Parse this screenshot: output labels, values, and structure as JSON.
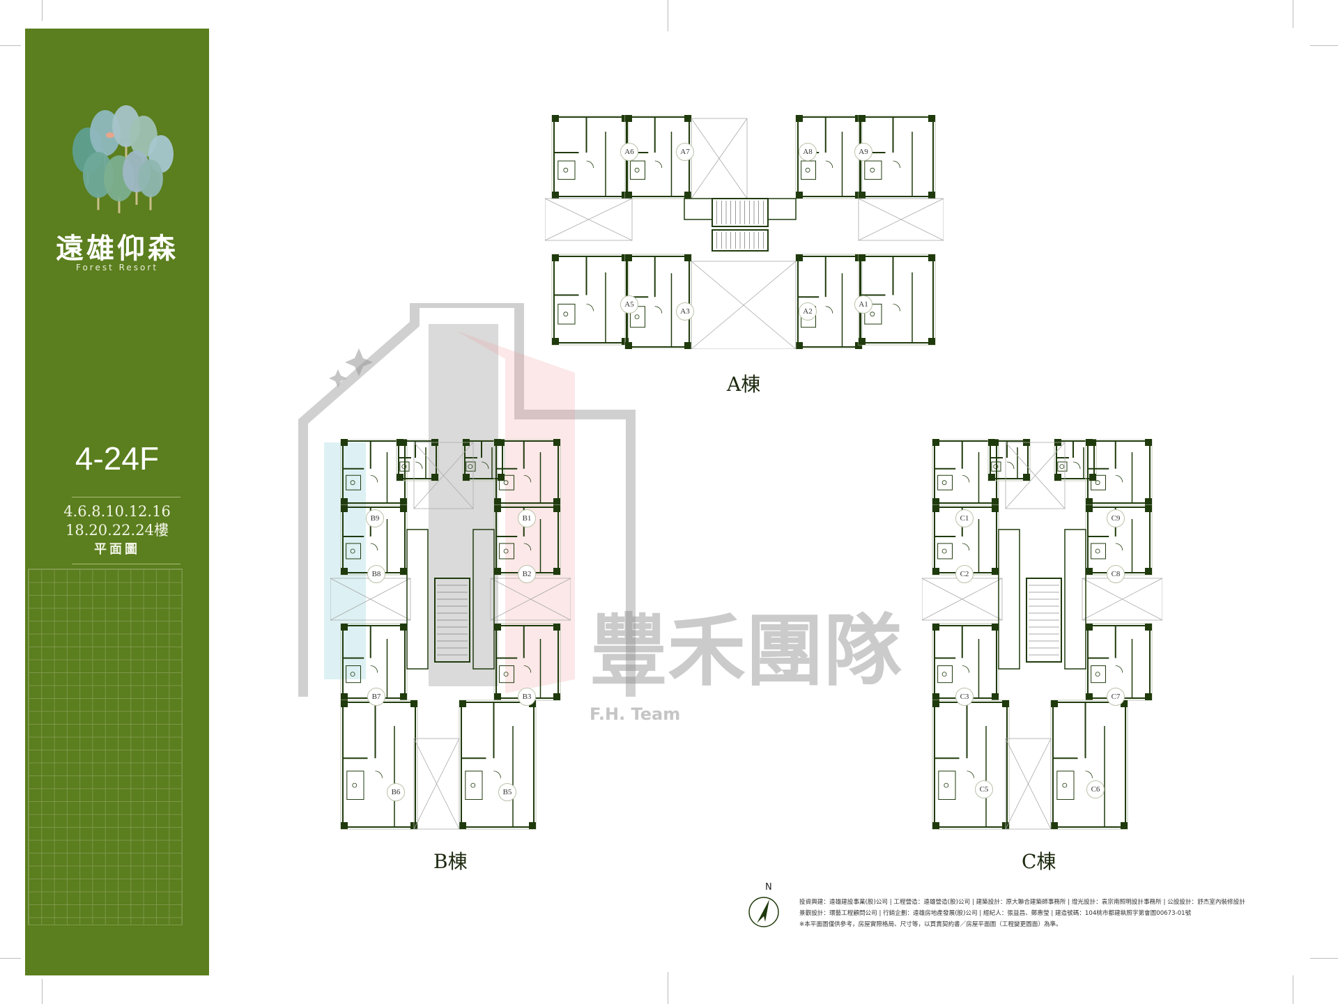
{
  "sidebar": {
    "title_cn": "遠雄仰森",
    "title_en": "Forest Resort",
    "floor_range": "4-24F",
    "floors_line1": "4.6.8.10.12.16",
    "floors_line2": "18.20.22.24樓",
    "plan_label": "平面圖"
  },
  "towers": {
    "A": {
      "label": "A棟",
      "units": [
        "A6",
        "A7",
        "A8",
        "A9",
        "A5",
        "A3",
        "A2",
        "A1"
      ]
    },
    "B": {
      "label": "B棟",
      "units": [
        "B9",
        "B1",
        "B8",
        "B2",
        "B7",
        "B3",
        "B6",
        "B5"
      ]
    },
    "C": {
      "label": "C棟",
      "units": [
        "C1",
        "C9",
        "C2",
        "C8",
        "C3",
        "C7",
        "C5",
        "C6"
      ]
    }
  },
  "watermark": {
    "text_cn": "豐禾團隊",
    "text_en": "F.H. Team"
  },
  "compass": {
    "north": "N"
  },
  "credits": [
    "投資興建：遠雄建設事業(股)公司 | 工程營造：遠雄營造(股)公司 | 建築設計：原大聯合建築師事務所 | 燈光設計：袁宗南照明設計事務所 | 公設設計：舒杰室內裝修設計",
    "景觀設計：環藝工程顧問公司 | 行銷企劃：遠雄房地產發展(股)公司 | 經紀人：張益昌、鄭惠瑩 | 建造號碼：104桃市都建執照字第會圖00673-01號",
    "※本平面圖僅供參考，房屋實際格局、尺寸等，以買賣契約書／房屋平面圖（工程變更圖面）為準。"
  ],
  "colors": {
    "brand_green": "#5b7e1e",
    "wall": "#1f3a0c"
  }
}
